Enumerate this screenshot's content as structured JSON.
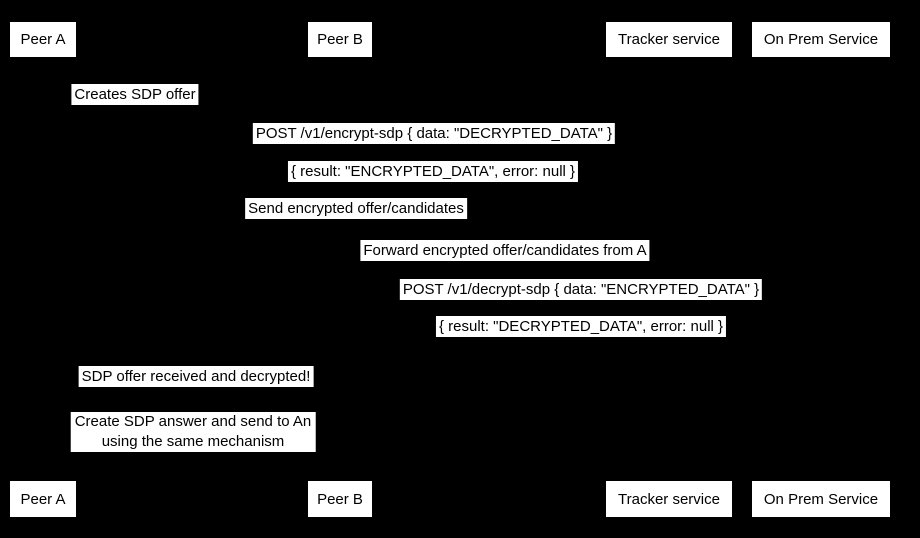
{
  "diagram": {
    "participants": [
      {
        "label": "Peer A"
      },
      {
        "label": "Peer B"
      },
      {
        "label": "Tracker service"
      },
      {
        "label": "On Prem Service"
      }
    ],
    "messages": [
      {
        "text": "Creates SDP offer"
      },
      {
        "text": "POST /v1/encrypt-sdp { data: \"DECRYPTED_DATA\" }"
      },
      {
        "text": "{ result: \"ENCRYPTED_DATA\", error: null }"
      },
      {
        "text": "Send encrypted offer/candidates"
      },
      {
        "text": "Forward encrypted offer/candidates from A"
      },
      {
        "text": "POST /v1/decrypt-sdp { data: \"ENCRYPTED_DATA\" }"
      },
      {
        "text": "{ result: \"DECRYPTED_DATA\", error: null }"
      },
      {
        "text": "SDP offer received and decrypted!"
      }
    ],
    "note": {
      "line1": "Create SDP answer and send to An",
      "line2": "using the same mechanism"
    },
    "colors": {
      "background": "#000000",
      "box_fill": "#ffffff",
      "box_text": "#000000"
    }
  }
}
